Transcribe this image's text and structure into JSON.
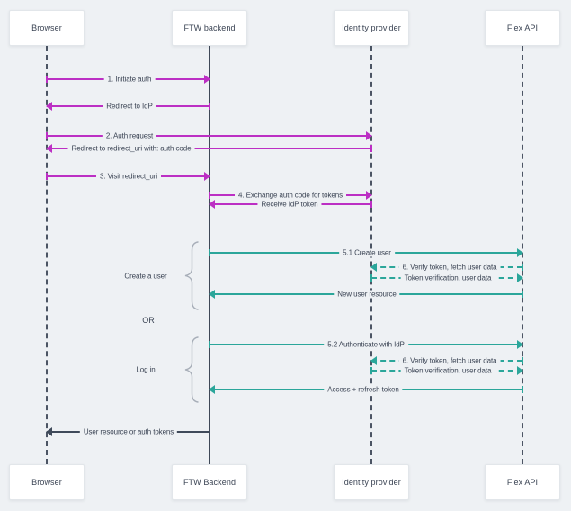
{
  "colors": {
    "background": "#eef1f4",
    "magenta": "#bc2fc4",
    "teal": "#2ba69a",
    "slate": "#3f4a5a",
    "lifeline_dashed": "#4c5564",
    "lifeline_solid": "#3e4857",
    "label_text": "#3b4454",
    "box_border": "#e2e6ea",
    "brace": "#a7aeb8"
  },
  "participants": [
    {
      "id": "browser",
      "top": "Browser",
      "bottom": "Browser"
    },
    {
      "id": "ftw-backend",
      "top": "FTW backend",
      "bottom": "FTW Backend"
    },
    {
      "id": "identity-provider",
      "top": "Identity provider",
      "bottom": "Identity provider"
    },
    {
      "id": "flex-api",
      "top": "Flex API",
      "bottom": "Flex API"
    }
  ],
  "messages": [
    {
      "label": "1. Initiate auth",
      "from": "Browser",
      "to": "FTW backend",
      "style": "solid",
      "color": "magenta"
    },
    {
      "label": "Redirect to IdP",
      "from": "FTW backend",
      "to": "Browser",
      "style": "solid",
      "color": "magenta"
    },
    {
      "label": "2. Auth request",
      "from": "Browser",
      "to": "Identity provider",
      "style": "solid",
      "color": "magenta"
    },
    {
      "label": "Redirect to redirect_uri with: auth code",
      "from": "Identity provider",
      "to": "Browser",
      "style": "solid",
      "color": "magenta"
    },
    {
      "label": "3. Visit redirect_uri",
      "from": "Browser",
      "to": "FTW backend",
      "style": "solid",
      "color": "magenta"
    },
    {
      "label": "4. Exchange auth code for tokens",
      "from": "FTW backend",
      "to": "Identity provider",
      "style": "solid",
      "color": "magenta"
    },
    {
      "label": "Receive IdP token",
      "from": "Identity provider",
      "to": "FTW backend",
      "style": "solid",
      "color": "magenta"
    },
    {
      "label": "5.1 Create user",
      "from": "FTW backend",
      "to": "Flex API",
      "style": "solid",
      "color": "teal"
    },
    {
      "label": "6. Verify token, fetch user data",
      "from": "Flex API",
      "to": "Identity provider",
      "style": "dashed",
      "color": "teal"
    },
    {
      "label": "Token verification, user data",
      "from": "Identity provider",
      "to": "Flex API",
      "style": "dashed",
      "color": "teal"
    },
    {
      "label": "New user resource",
      "from": "Flex API",
      "to": "FTW backend",
      "style": "solid",
      "color": "teal"
    },
    {
      "label": "5.2 Authenticate with IdP",
      "from": "FTW backend",
      "to": "Flex API",
      "style": "solid",
      "color": "teal"
    },
    {
      "label": "6. Verify token, fetch user data",
      "from": "Flex API",
      "to": "Identity provider",
      "style": "dashed",
      "color": "teal"
    },
    {
      "label": "Token verification, user data",
      "from": "Identity provider",
      "to": "Flex API",
      "style": "dashed",
      "color": "teal"
    },
    {
      "label": "Access + refresh token",
      "from": "Flex API",
      "to": "FTW backend",
      "style": "solid",
      "color": "teal"
    },
    {
      "label": "User resource or auth tokens",
      "from": "FTW backend",
      "to": "Browser",
      "style": "solid",
      "color": "slate"
    }
  ],
  "groups": [
    {
      "label": "Create a user"
    },
    {
      "label": "Log in"
    }
  ],
  "or_label": "OR"
}
